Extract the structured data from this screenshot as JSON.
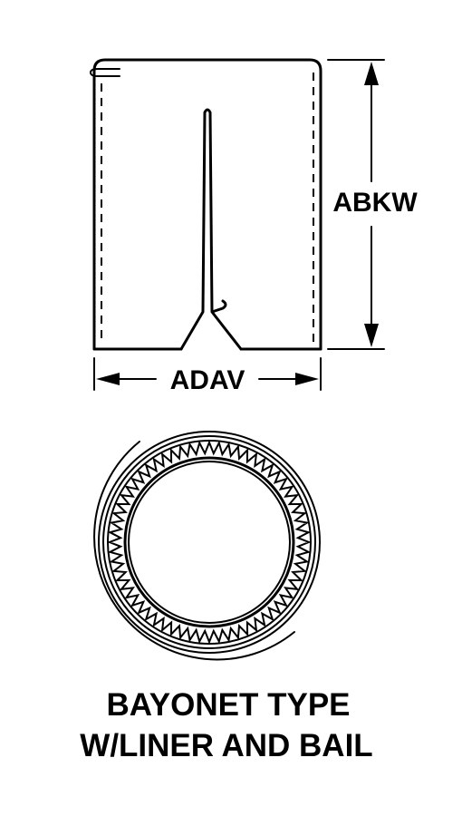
{
  "dimensions": {
    "height_label": "ABKW",
    "width_label": "ADAV"
  },
  "caption": {
    "line1": "BAYONET TYPE",
    "line2": "W/LINER AND BAIL"
  }
}
